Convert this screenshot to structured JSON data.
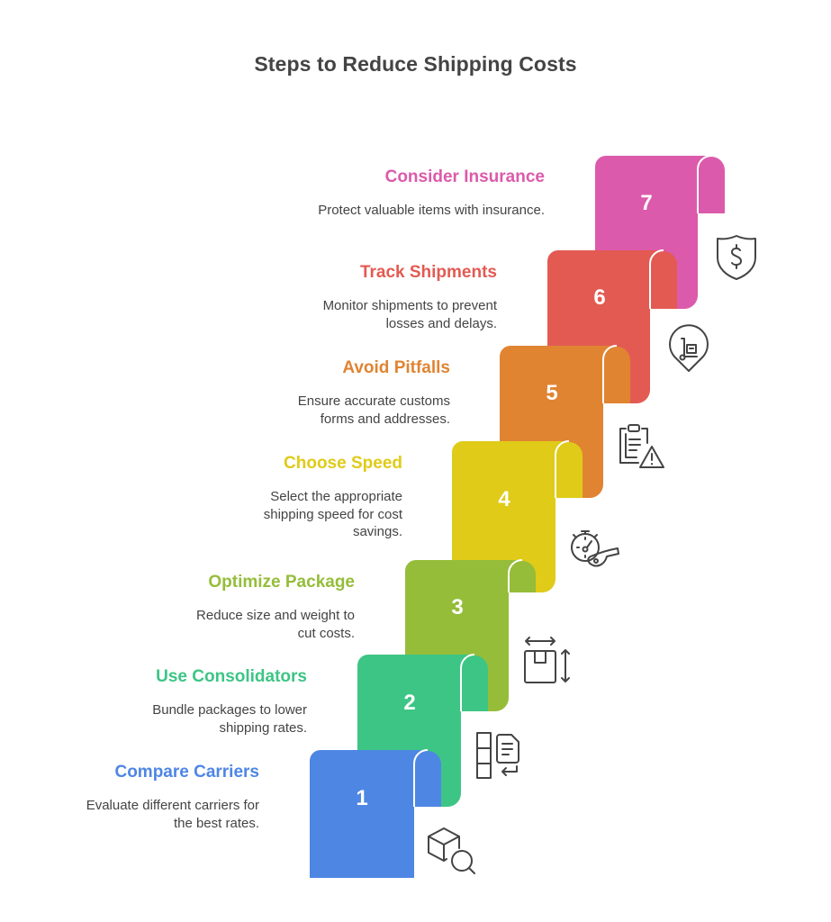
{
  "title": "Steps to Reduce Shipping Costs",
  "steps": [
    {
      "number": "1",
      "title": "Compare Carriers",
      "description": "Evaluate different carriers for the best rates.",
      "color": "#4E86E4",
      "icon": "box-search-icon"
    },
    {
      "number": "2",
      "title": "Use Consolidators",
      "description": "Bundle packages to lower shipping rates.",
      "color": "#3DC585",
      "icon": "stack-document-icon"
    },
    {
      "number": "3",
      "title": "Optimize Package",
      "description": "Reduce size and weight to cut costs.",
      "color": "#95BD3A",
      "icon": "package-dimensions-icon"
    },
    {
      "number": "4",
      "title": "Choose Speed",
      "description": "Select the appropriate shipping speed for cost savings.",
      "color": "#DFCB18",
      "icon": "stopwatch-whistle-icon"
    },
    {
      "number": "5",
      "title": "Avoid Pitfalls",
      "description": "Ensure accurate customs forms and addresses.",
      "color": "#E08432",
      "icon": "clipboard-warning-icon"
    },
    {
      "number": "6",
      "title": "Track Shipments",
      "description": "Monitor shipments to prevent losses and delays.",
      "color": "#E35A52",
      "icon": "location-dolly-icon"
    },
    {
      "number": "7",
      "title": "Consider Insurance",
      "description": "Protect valuable items with insurance.",
      "color": "#DC5AAB",
      "icon": "shield-dollar-icon"
    }
  ]
}
